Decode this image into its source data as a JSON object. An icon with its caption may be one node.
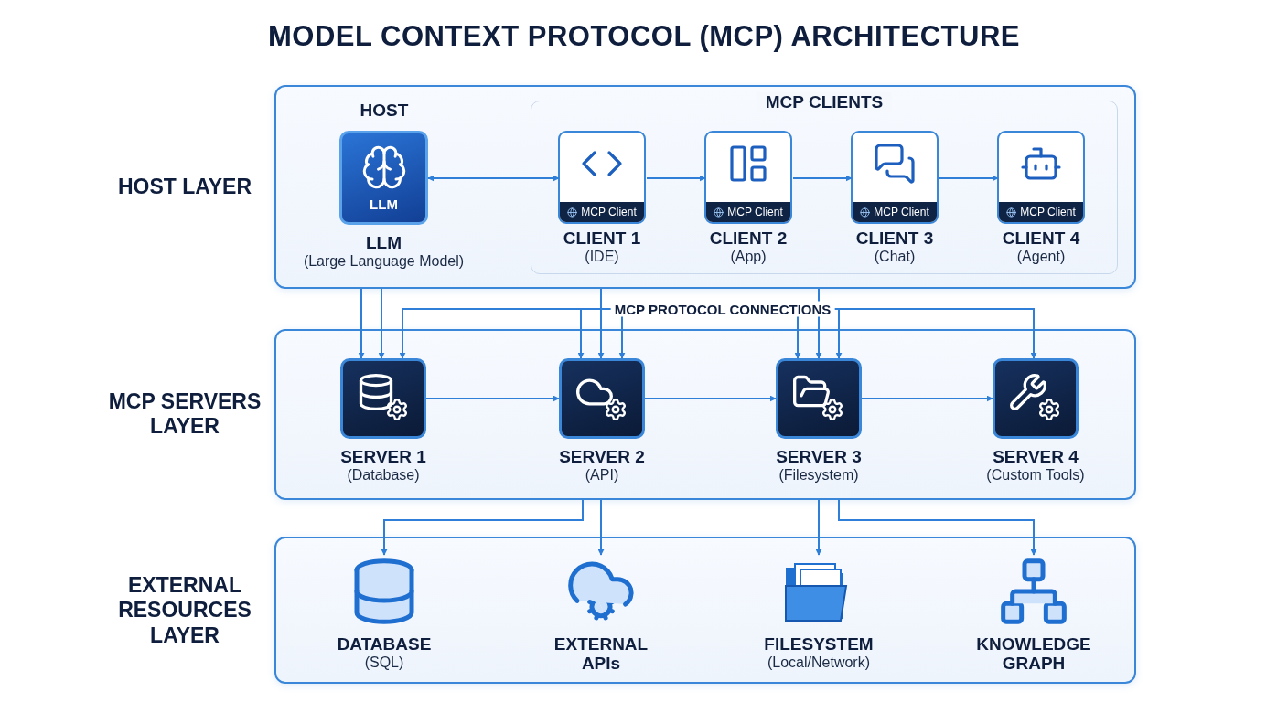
{
  "diagram": {
    "title": "MODEL CONTEXT PROTOCOL (MCP) ARCHITECTURE",
    "nodes": [
      {
        "text": [
          "HOST LAYER"
        ]
      },
      {
        "text": [
          "LLM"
        ],
        "in": 0,
        "beside": [
          "LLM",
          "(Large Language Model)"
        ]
      },
      {
        "text": [
          "MCP CLIENTS"
        ],
        "in": 0
      },
      {
        "text": [
          "MCP Client"
        ],
        "in": 2,
        "beside": [
          "CLIENT 1",
          "(IDE)"
        ]
      },
      {
        "text": [
          "MCP Client"
        ],
        "in": 2,
        "beside": [
          "CLIENT 2",
          "(App)"
        ]
      },
      {
        "text": [
          "MCP Client"
        ],
        "in": 2,
        "beside": [
          "CLIENT 3",
          "(Chat)"
        ]
      },
      {
        "text": [
          "MCP Client"
        ],
        "in": 2,
        "beside": [
          "CLIENT 4",
          "(Agent)"
        ]
      },
      {
        "text": [
          "MCP SERVERS LAYER"
        ]
      },
      {
        "text": [],
        "shape": "box",
        "in": 7,
        "beside": [
          "SERVER 1",
          "(Database)"
        ]
      },
      {
        "text": [],
        "shape": "box",
        "in": 7,
        "beside": [
          "SERVER 2",
          "(API)"
        ]
      },
      {
        "text": [],
        "shape": "box",
        "in": 7,
        "beside": [
          "SERVER 3",
          "(Filesystem)"
        ]
      },
      {
        "text": [],
        "shape": "box",
        "in": 7,
        "beside": [
          "SERVER 4",
          "(Custom Tools)"
        ]
      },
      {
        "text": [
          "EXTERNAL RESOURCES LAYER"
        ]
      },
      {
        "text": [],
        "shape": "picture",
        "in": 12,
        "beside": [
          "DATABASE",
          "(SQL)"
        ]
      },
      {
        "text": [],
        "shape": "picture",
        "in": 12,
        "beside": [
          "EXTERNAL APIs"
        ]
      },
      {
        "text": [],
        "shape": "picture",
        "in": 12,
        "beside": [
          "FILESYSTEM",
          "(Local/Network)"
        ]
      },
      {
        "text": [],
        "shape": "picture",
        "in": 12,
        "beside": [
          "KNOWLEDGE GRAPH"
        ]
      }
    ],
    "edges": [
      {
        "from": 1,
        "to": 3,
        "arrow": "both"
      },
      {
        "from": 3,
        "to": 4,
        "arrow": "to"
      },
      {
        "from": 4,
        "to": 5,
        "arrow": "to"
      },
      {
        "from": 5,
        "to": 6,
        "arrow": "to"
      },
      {
        "from": 0,
        "to": 8,
        "arrow": "to"
      },
      {
        "from": 0,
        "to": 8,
        "arrow": "to"
      },
      {
        "from": 0,
        "to": 8,
        "arrow": "to"
      },
      {
        "from": 0,
        "to": 9,
        "arrow": "to"
      },
      {
        "from": 0,
        "to": 9,
        "arrow": "to"
      },
      {
        "from": 0,
        "to": 9,
        "arrow": "to"
      },
      {
        "from": 0,
        "to": 10,
        "arrow": "to"
      },
      {
        "from": 0,
        "to": 10,
        "arrow": "to"
      },
      {
        "from": 0,
        "to": 10,
        "arrow": "to"
      },
      {
        "from": 0,
        "to": 11,
        "arrow": "to"
      },
      {
        "from": 8,
        "to": 9,
        "arrow": "to"
      },
      {
        "from": 9,
        "to": 10,
        "arrow": "to"
      },
      {
        "from": 10,
        "to": 11,
        "arrow": "to"
      },
      {
        "from": 7,
        "to": 13,
        "arrow": "to"
      },
      {
        "from": 7,
        "to": 14,
        "arrow": "to"
      },
      {
        "from": 7,
        "to": 15,
        "arrow": "to"
      },
      {
        "from": 7,
        "to": 16,
        "arrow": "to"
      }
    ],
    "labels": [
      "HOST",
      "MCP PROTOCOL CONNECTIONS"
    ]
  }
}
